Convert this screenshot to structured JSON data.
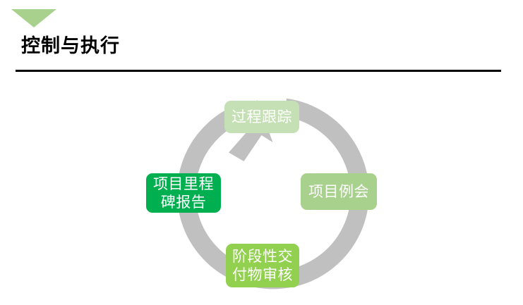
{
  "slide": {
    "title": "控制与执行",
    "marker_icon": "triangle-down-icon",
    "marker_color": "#a9d18e",
    "rule_color": "#000000",
    "background": "#ffffff"
  },
  "diagram": {
    "type": "cycle",
    "direction": "clockwise",
    "ring_color": "#c0c0c0",
    "arrow_icon": "arrow-clockwise-icon",
    "nodes": [
      {
        "id": "process-tracking",
        "label": "过程跟踪",
        "position": "top",
        "color": "#c5e0b4",
        "text_color": "#ffffff"
      },
      {
        "id": "project-regular-meeting",
        "label": "项目例会",
        "position": "right",
        "color": "#a9d18e",
        "text_color": "#ffffff"
      },
      {
        "id": "phased-deliverable-review",
        "label": "阶段性交\n付物审核",
        "position": "bottom",
        "color": "#92d050",
        "text_color": "#ffffff"
      },
      {
        "id": "project-milestone-report",
        "label": "项目里程\n碑报告",
        "position": "left",
        "color": "#00b050",
        "text_color": "#ffffff"
      }
    ]
  }
}
